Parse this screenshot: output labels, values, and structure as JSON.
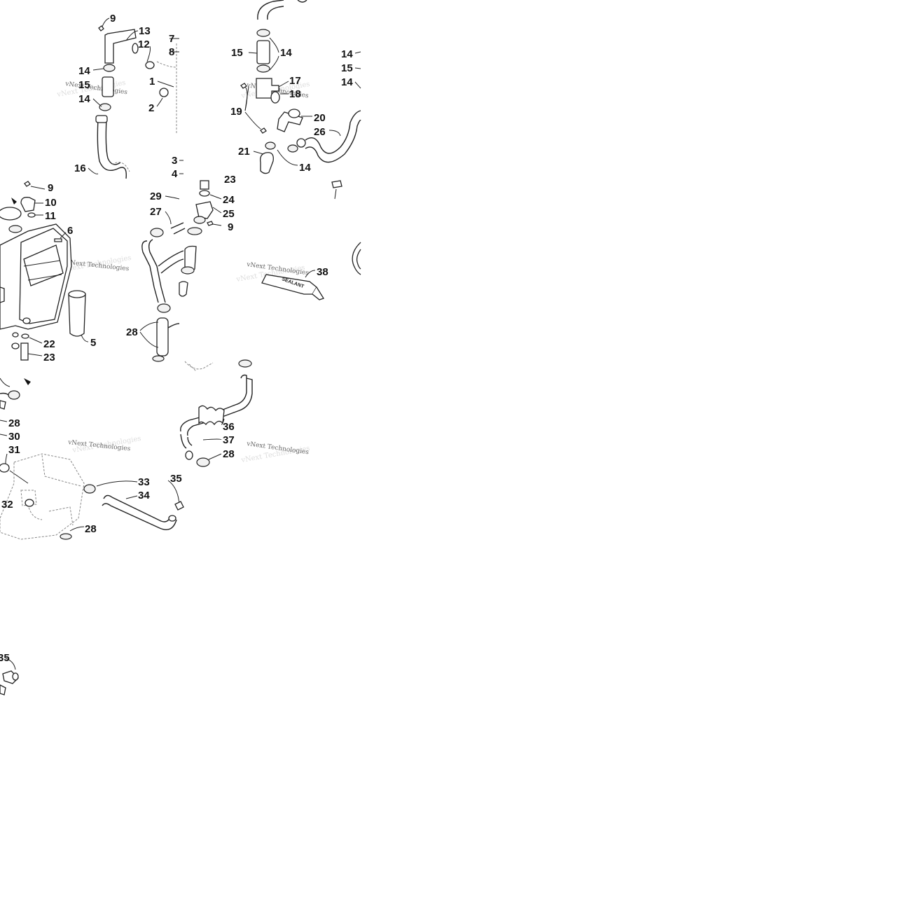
{
  "watermark": "vNext Technologies",
  "sealant_text": "SEALANT",
  "callouts": [
    "1",
    "2",
    "3",
    "4",
    "5",
    "6",
    "7",
    "8",
    "9",
    "10",
    "11",
    "12",
    "13",
    "14",
    "15",
    "16",
    "17",
    "18",
    "19",
    "20",
    "21",
    "22",
    "23",
    "24",
    "25",
    "26",
    "27",
    "28",
    "29",
    "30",
    "31",
    "32",
    "33",
    "34",
    "35",
    "36",
    "37",
    "38"
  ],
  "panels": {
    "top_left": {
      "l9": "9",
      "l13": "13",
      "l12": "12",
      "l7": "7",
      "l8": "8",
      "l14a": "14",
      "l15": "15",
      "l14b": "14",
      "l1": "1",
      "l2": "2",
      "l16": "16"
    },
    "top_right": {
      "l15": "15",
      "l14a": "14",
      "l17": "17",
      "l18": "18",
      "l19": "19",
      "l20": "20",
      "l26": "26",
      "l21": "21",
      "l14b": "14",
      "r14a": "14",
      "r15": "15",
      "r14b": "14"
    },
    "mid_left": {
      "l9": "9",
      "l10": "10",
      "l11": "11",
      "l6": "6",
      "l5": "5",
      "l22": "22",
      "l23": "23"
    },
    "mid_center": {
      "l3": "3",
      "l4": "4",
      "l23": "23",
      "l29": "29",
      "l24": "24",
      "l27": "27",
      "l25": "25",
      "l9": "9",
      "l28": "28"
    },
    "mid_right": {
      "l38": "38"
    },
    "bottom_left": {
      "l28a": "28",
      "l30": "30",
      "l31": "31",
      "l32": "32",
      "l33": "33",
      "l34": "34",
      "l35": "35",
      "l28b": "28"
    },
    "bottom_center": {
      "l36": "36",
      "l37": "37",
      "l28": "28"
    },
    "far_bottom": {
      "l35": "35"
    }
  }
}
